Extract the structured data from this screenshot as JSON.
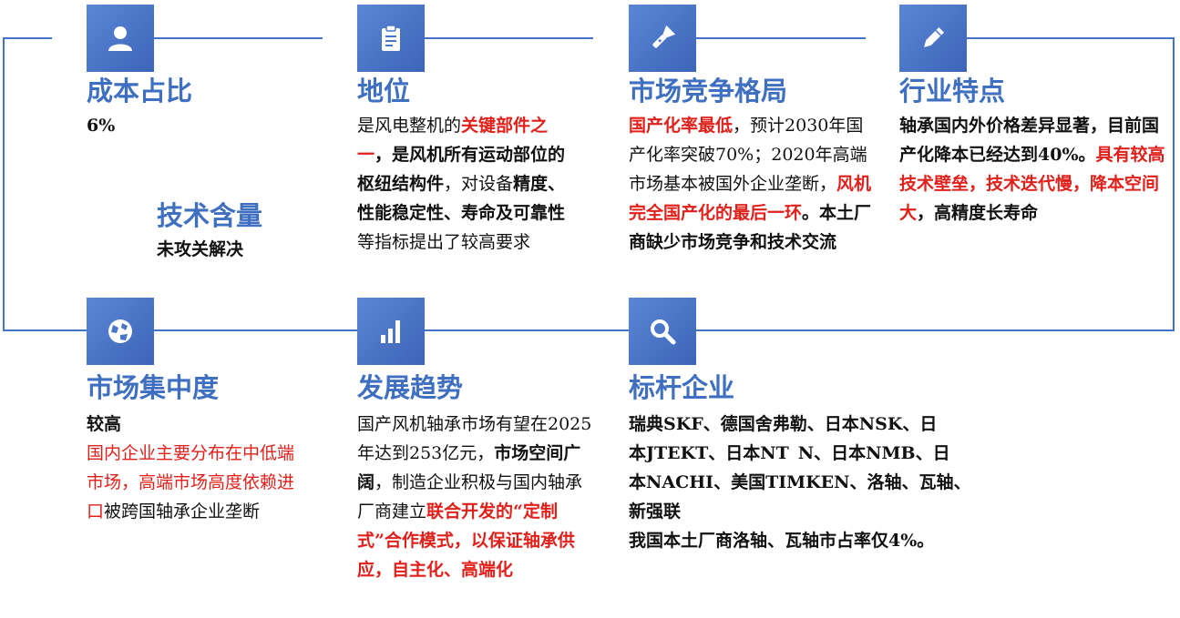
{
  "colors": {
    "accent": "#4472c4",
    "highlight": "#e0201b"
  },
  "cards": {
    "cost": {
      "icon": "user-icon",
      "title": "成本占比",
      "value": "6%"
    },
    "tech": {
      "title": "技术含量",
      "value": "未攻关解决"
    },
    "position": {
      "icon": "clipboard-icon",
      "title": "地位",
      "t1": "是风电整机的",
      "t2": "关键部件之一",
      "t3": "，是风机所有运动部位的枢纽结构件",
      "t4": "，对设备",
      "t5": "精度、性能稳定性、寿命及可靠性",
      "t6": "等指标提出了较高要求"
    },
    "competition": {
      "icon": "flashlight-icon",
      "title": "市场竞争格局",
      "t1": "国产化率最低",
      "t2": "，预计2030年国产化率突破70%；2020年高端市场基本被国外企业垄断，",
      "t3": "风机完全国产化的最后一环",
      "t4": "。本土厂商缺少市场竞争和技术交流"
    },
    "features": {
      "icon": "pencil-icon",
      "title": "行业特点",
      "t1": "轴承国内外价格差异显著，目前国产化降本已经达到40%。",
      "t2": "具有较高技术壁垒，技术迭代慢，降本空间大",
      "t3": "，高精度长寿命"
    },
    "concentration": {
      "icon": "globe-icon",
      "title": "市场集中度",
      "t1": "较高",
      "t2": "国内企业主要分布在中低端市场，高端市场高度依赖进口",
      "t3": "被跨国轴承企业垄断"
    },
    "trend": {
      "icon": "bar-chart-icon",
      "title": "发展趋势",
      "t1": "国产风机轴承市场有望在2025年达到253亿元，",
      "t2": "市场空间广阔",
      "t3": "，制造企业积极与国内轴承厂商建立",
      "t4": "联合开发的“定制式”合作模式，以保证轴承供应，自主化、高端化"
    },
    "benchmark": {
      "icon": "search-icon",
      "title": "标杆企业",
      "line1": "瑞典SKF、德国舍弗勒、日本NSK、日",
      "line2a": "本JTEKT、日本NT",
      "line2b": "N、日本NMB、日",
      "line3": "本NACHI、美国TIMKEN、洛轴、瓦轴、",
      "line4": "新强联",
      "line5": "我国本土厂商洛轴、瓦轴市占率仅4%。"
    }
  }
}
